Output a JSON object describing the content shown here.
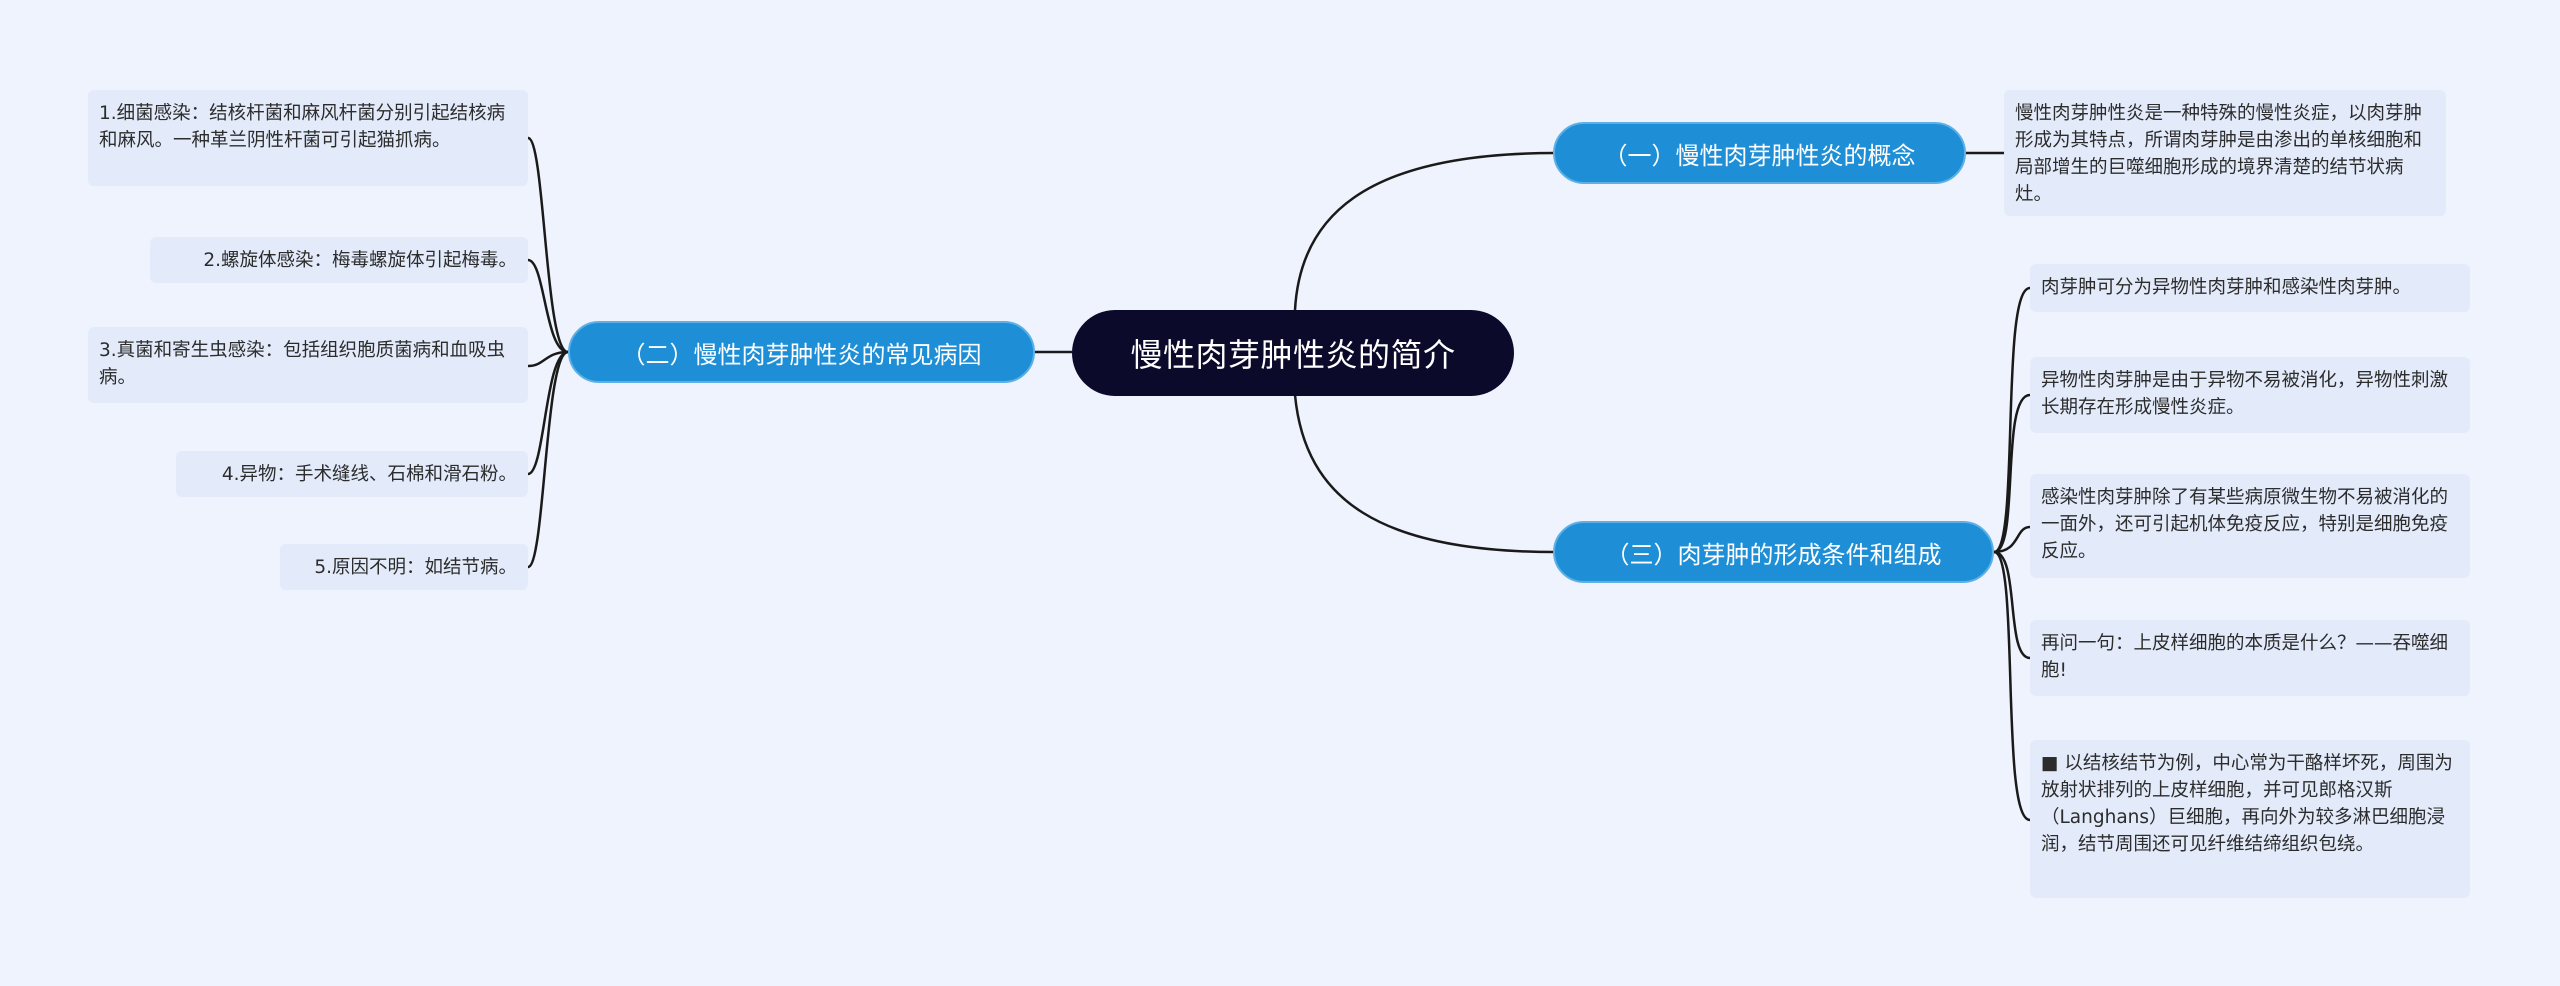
{
  "root": {
    "label": "慢性肉芽肿性炎的简介"
  },
  "branches": [
    {
      "label": "（一）慢性肉芽肿性炎的概念",
      "leaves": [
        "慢性肉芽肿性炎是一种特殊的慢性炎症，以肉芽肿形成为其特点，所谓肉芽肿是由渗出的单核细胞和局部增生的巨噬细胞形成的境界清楚的结节状病灶。"
      ]
    },
    {
      "label": "（二）慢性肉芽肿性炎的常见病因",
      "leaves": [
        "1.细菌感染：结核杆菌和麻风杆菌分别引起结核病和麻风。一种革兰阴性杆菌可引起猫抓病。",
        "2.螺旋体感染：梅毒螺旋体引起梅毒。",
        "3.真菌和寄生虫感染：包括组织胞质菌病和血吸虫病。",
        "4.异物：手术缝线、石棉和滑石粉。",
        "5.原因不明：如结节病。"
      ]
    },
    {
      "label": "（三）肉芽肿的形成条件和组成",
      "leaves": [
        "肉芽肿可分为异物性肉芽肿和感染性肉芽肿。",
        "异物性肉芽肿是由于异物不易被消化，异物性刺激长期存在形成慢性炎症。",
        "感染性肉芽肿除了有某些病原微生物不易被消化的一面外，还可引起机体免疫反应，特别是细胞免疫反应。",
        "再问一句：上皮样细胞的本质是什么？——吞噬细胞!",
        "■ 以结核结节为例，中心常为干酪样坏死，周围为放射状排列的上皮样细胞，并可见郎格汉斯（Langhans）巨细胞，再向外为较多淋巴细胞浸润，结节周围还可见纤维结缔组织包绕。"
      ]
    }
  ],
  "colors": {
    "background": "#eef3fd",
    "root_fill": "#0b0a2b",
    "branch_fill": "#1e8fd6",
    "leaf_fill": "#e3ebfb",
    "line": "#1a1a1a"
  }
}
